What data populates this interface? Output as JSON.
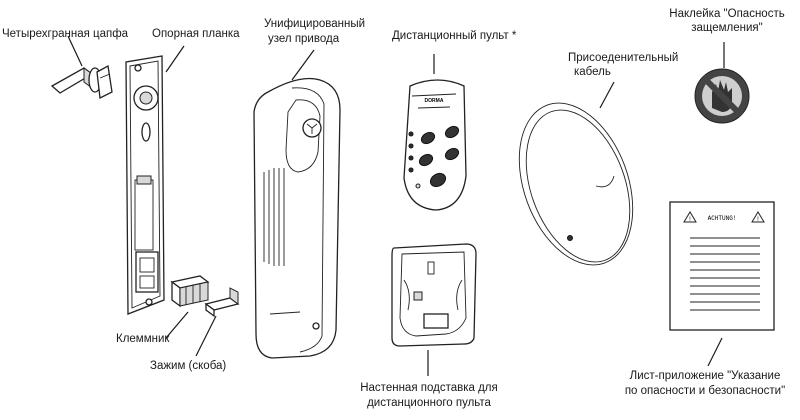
{
  "labels": {
    "square_pin": "Четырехгранная цапфа",
    "support_bar": "Опорная планка",
    "drive_unit_1": "Унифицированный",
    "drive_unit_2": "узел привода",
    "remote": "Дистанционный пульт *",
    "cable_1": "Присоеденительный",
    "cable_2": "кабель",
    "sticker_1": "Наклейка \"Опасность",
    "sticker_2": "защемления\"",
    "terminal": "Клеммник",
    "clamp": "Зажим (скоба)",
    "wall_stand_1": "Настенная подставка для",
    "wall_stand_2": "дистанционного пульта",
    "sheet_1": "Лист-приложение \"Указание",
    "sheet_2": "по опасности  и безопасности\""
  },
  "remote_brand": "DORMA",
  "sheet_heading": "ACHTUNG!",
  "colors": {
    "line": "#222222",
    "background": "#ffffff"
  }
}
